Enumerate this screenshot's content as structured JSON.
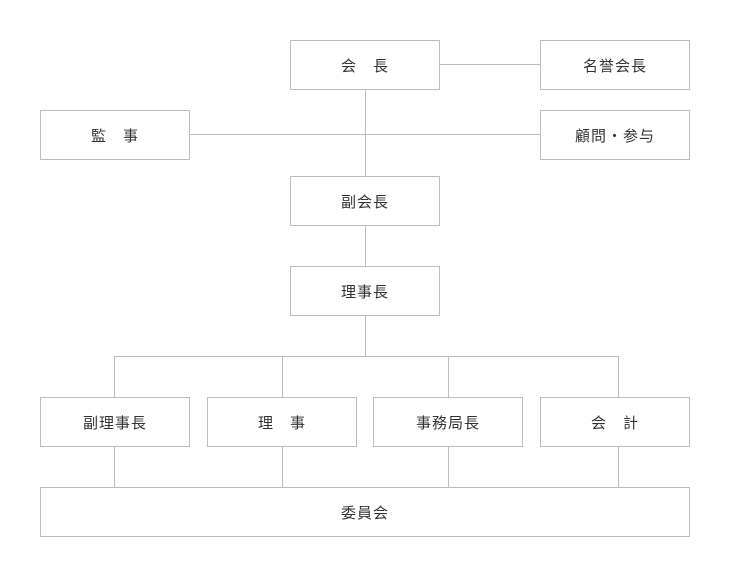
{
  "org_chart": {
    "nodes": {
      "chairman": "会　長",
      "honorary_chairman": "名誉会長",
      "auditor": "監　事",
      "advisor": "顧問・参与",
      "vice_chairman": "副会長",
      "board_chairman": "理事長",
      "vice_board_chairman": "副理事長",
      "director": "理　事",
      "secretary_general": "事務局長",
      "treasurer": "会　計",
      "committee": "委員会"
    },
    "line_color": "#bdbdbd",
    "text_color": "#333333"
  }
}
